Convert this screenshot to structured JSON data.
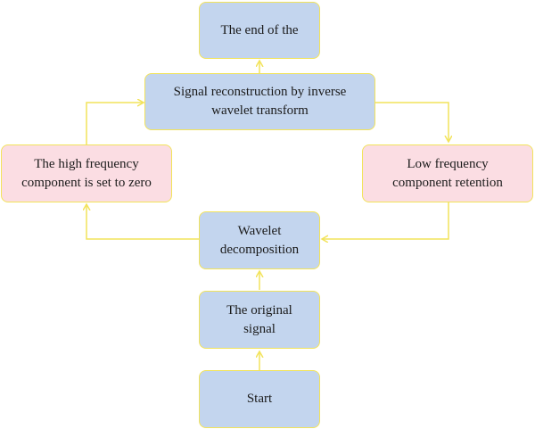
{
  "colors": {
    "blue_node_fill": "#c3d5ee",
    "pink_node_fill": "#fbdde3",
    "node_border": "#f2e35a",
    "arrow": "#f2e35a"
  },
  "nodes": {
    "end": "The end of the",
    "reconstruction": "Signal reconstruction by inverse\nwavelet transform",
    "high_frequency": "The high frequency\ncomponent is set to zero",
    "low_frequency": "Low frequency\ncomponent retention",
    "decomposition": "Wavelet\ndecomposition",
    "original_signal": "The original\nsignal",
    "start": "Start"
  }
}
